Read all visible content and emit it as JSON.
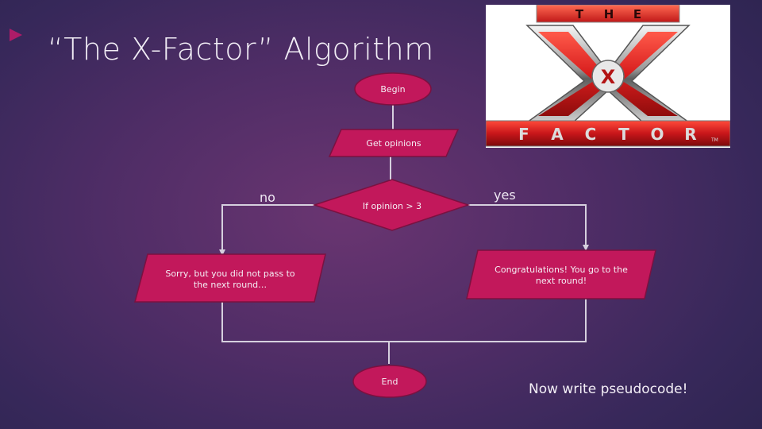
{
  "slide": {
    "title": "“The X-Factor” Algorithm",
    "footer": "Now write pseudocode!"
  },
  "flowchart": {
    "begin": "Begin",
    "get_opinions": "Get opinions",
    "decision": "If opinion > 3",
    "no_label": "no",
    "yes_label": "yes",
    "no_branch_lines": [
      "Sorry, but you did not pass to",
      "the next round…"
    ],
    "yes_branch_lines": [
      "Congratulations! You go to the",
      "next round!"
    ],
    "end": "End"
  },
  "logo": {
    "top_word": [
      "T",
      "H",
      "E"
    ],
    "bottom_word": [
      "F",
      "A",
      "C",
      "T",
      "O",
      "R"
    ],
    "center_letter": "X",
    "trademark": "TM"
  },
  "colors": {
    "node_fill": "#c2185b",
    "node_stroke": "#7a1140",
    "connector": "#d6d0de",
    "logo_red": "#d81e1e"
  }
}
